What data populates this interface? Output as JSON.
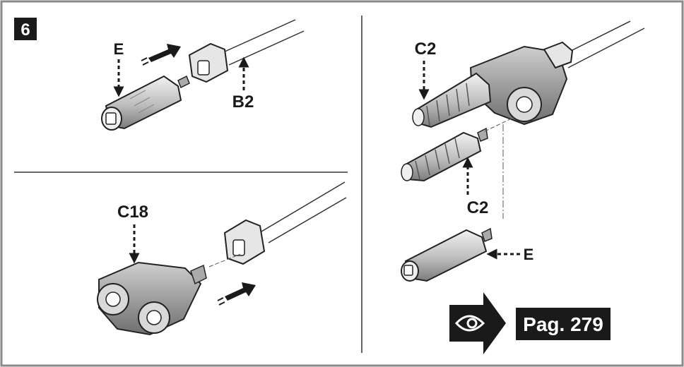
{
  "figure": {
    "number": "6",
    "labels": {
      "e_top": "E",
      "b2": "B2",
      "c18": "C18",
      "c2_top": "C2",
      "c2_mid": "C2",
      "e_right": "E"
    },
    "page_ref": "Pag. 279",
    "icons": [
      "eye-icon",
      "push-arrow-icon",
      "dashed-arrow-icon"
    ]
  }
}
